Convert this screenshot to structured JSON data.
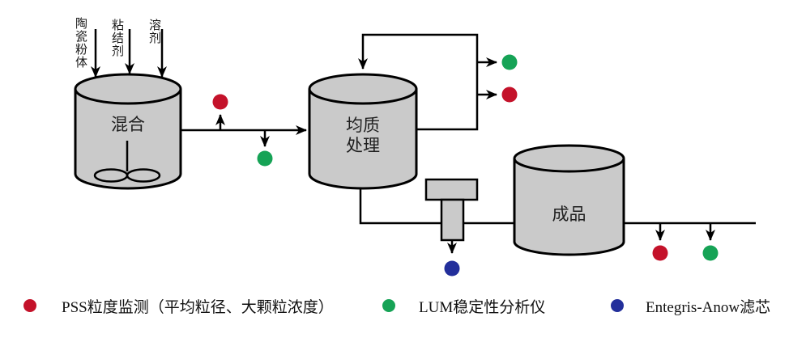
{
  "figure": {
    "inputs": [
      {
        "label": "陶瓷粉体"
      },
      {
        "label": "粘结剂"
      },
      {
        "label": "溶剂"
      }
    ],
    "nodes": {
      "mixing": "混合",
      "homogenize_line1": "均质",
      "homogenize_line2": "处理",
      "product": "成品"
    }
  },
  "legend": {
    "items": [
      {
        "name": "pss-particle-monitor",
        "color": "#c4122a",
        "label": "PSS粒度监测（平均粒径、大颗粒浓度）"
      },
      {
        "name": "lum-stability-analyzer",
        "color": "#16a356",
        "label": "LUM稳定性分析仪"
      },
      {
        "name": "entegris-anow-filter",
        "color": "#232f9b",
        "label": "Entegris-Anow滤芯"
      }
    ]
  },
  "colors": {
    "tank_fill": "#cacaca",
    "line": "#000000"
  }
}
